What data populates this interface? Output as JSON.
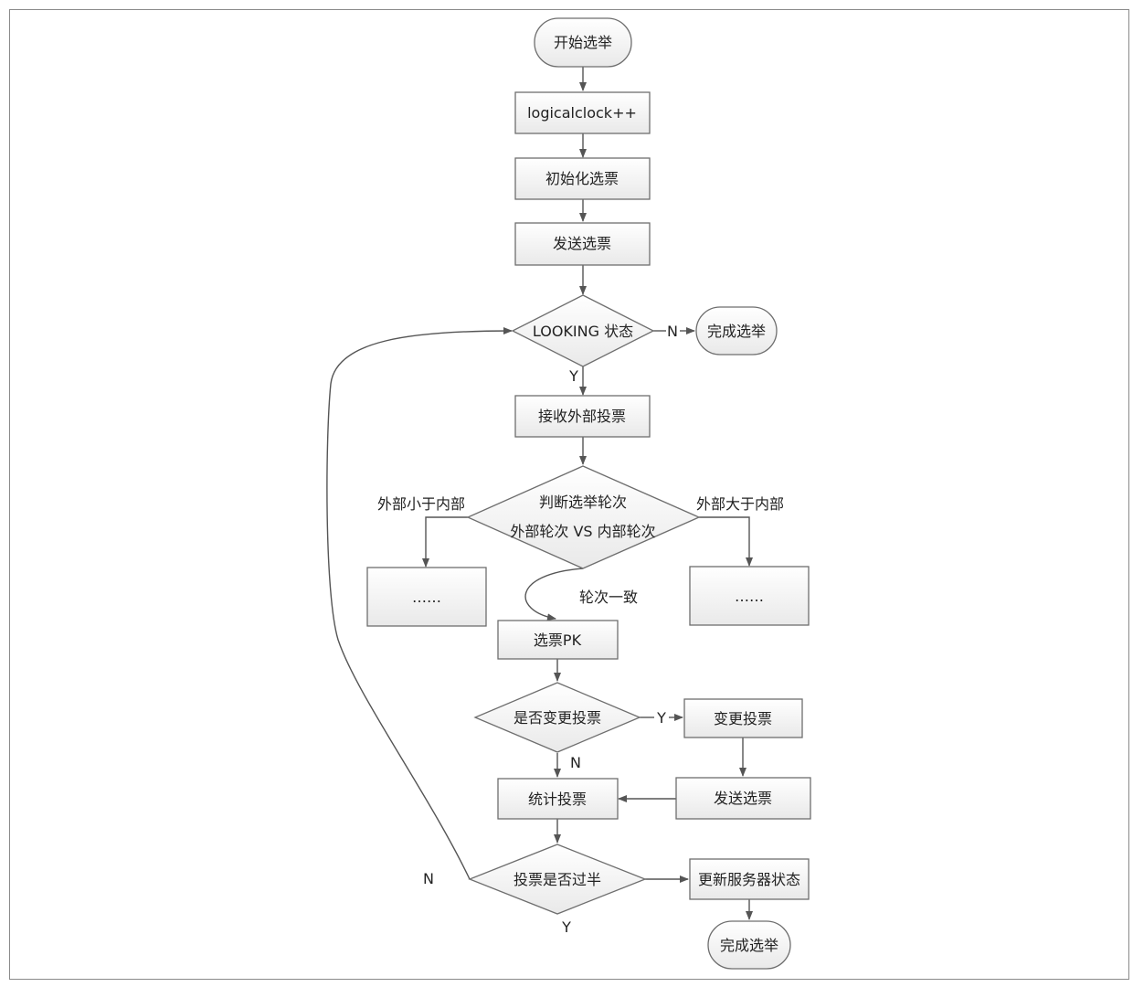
{
  "flowchart": {
    "nodes": {
      "start": "开始选举",
      "logicalclock": "logicalclock++",
      "init_vote": "初始化选票",
      "send_vote_1": "发送选票",
      "looking": "LOOKING 状态",
      "done_1": "完成选举",
      "receive": "接收外部投票",
      "judge_line1": "判断选举轮次",
      "judge_line2": "外部轮次 VS 内部轮次",
      "left_ellipsis": "……",
      "right_ellipsis": "……",
      "vote_pk": "选票PK",
      "change_q": "是否变更投票",
      "change_vote": "变更投票",
      "count": "统计投票",
      "send_vote_2": "发送选票",
      "half_q": "投票是否过半",
      "update": "更新服务器状态",
      "done_2": "完成选举"
    },
    "edge_labels": {
      "looking_n": "N",
      "looking_y": "Y",
      "ext_less": "外部小于内部",
      "ext_greater": "外部大于内部",
      "round_equal": "轮次一致",
      "change_y": "Y",
      "change_n": "N",
      "half_n": "N",
      "half_y": "Y"
    }
  }
}
